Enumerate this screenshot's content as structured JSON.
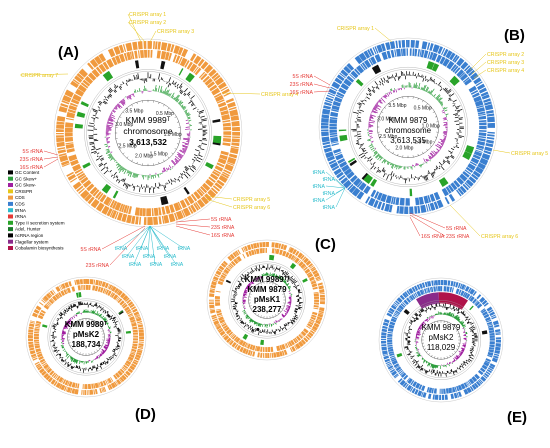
{
  "colors": {
    "gc_content": "#000000",
    "gc_skew_pos": "#2e9e3e",
    "gc_skew_neg": "#a020a0",
    "crispr": "#e6c619",
    "cds_forward": "#f09a3e",
    "cds_reverse": "#3a7fd0",
    "trna": "#2bbccc",
    "rrna": "#e53935",
    "t4ss": "#29a329",
    "tad": "#1a7a2a",
    "ncrna": "#000000",
    "flagellar": "#8a2a8a",
    "cobalamin": "#b0134a"
  },
  "legend": [
    {
      "label": "GC Content",
      "color": "#000000"
    },
    {
      "label": "GC Skew+",
      "color": "#2e9e3e"
    },
    {
      "label": "GC Skew-",
      "color": "#a020a0"
    },
    {
      "label": "CRISPR",
      "color": "#e6c619"
    },
    {
      "label": "CDS",
      "color": "#f09a3e"
    },
    {
      "label": "CDS",
      "color": "#3a7fd0"
    },
    {
      "label": "tRNA",
      "color": "#2bbccc"
    },
    {
      "label": "rRNA",
      "color": "#e53935"
    },
    {
      "label": "Type II secretion system",
      "color": "#29a329"
    },
    {
      "label": "Adel, Hunter",
      "color": "#1a7a2a"
    },
    {
      "label": "ncRNA region",
      "color": "#000000"
    },
    {
      "label": "Flagellar system",
      "color": "#8a2a8a"
    },
    {
      "label": "Cobalamin biosynthesis",
      "color": "#b0134a"
    }
  ],
  "panels": [
    {
      "letter": "(A)",
      "lines": [
        "KMM 9989ᵀ",
        "chromosome",
        "3,613,532"
      ],
      "size_ticks": [
        "0.5 Mbp",
        "1.0 Mbp",
        "1.5 Mbp",
        "2.0 Mbp",
        "2.5 Mbp",
        "3.0 Mbp",
        "3.5 Mbp",
        "1.0 Mbp"
      ],
      "crispr_labels": [
        "CRISPR array 1",
        "CRISPR array 2",
        "CRISPR array 3",
        "CRISPR array 4",
        "CRISPR array 5",
        "CRISPR array 6",
        "CRISPR array 7"
      ],
      "rrna_labels": [
        "5S rRNA",
        "23S rRNA",
        "16S rRNA",
        "5S rRNA",
        "23S rRNA",
        "16S rRNA",
        "5S rRNA",
        "23S rRNA"
      ],
      "trna_labels": [
        "tRNA",
        "tRNA",
        "tRNA",
        "tRNA",
        "tRNA",
        "tRNA",
        "tRNA",
        "tRNA",
        "tRNA",
        "tRNA"
      ]
    },
    {
      "letter": "(B)",
      "lines": [
        "KMM 9879",
        "chromosome",
        "3,613,535"
      ],
      "size_ticks": [
        "0.5 Mbp",
        "1.0 Mbp",
        "1.5 Mbp",
        "2.0 Mbp",
        "2.5 Mbp",
        "3.0 Mbp",
        "3.5 Mbp"
      ],
      "crispr_labels": [
        "CRISPR array 1",
        "CRISPR array 2",
        "CRISPR array 3",
        "CRISPR array 4",
        "CRISPR array 5",
        "CRISPR array 6"
      ],
      "rrna_labels": [
        "5S rRNA",
        "23S rRNA",
        "16S rRNA",
        "5S rRNA",
        "23S rRNA",
        "16S rRNA"
      ],
      "trna_labels": [
        "tRNA",
        "tRNA",
        "tRNA",
        "tRNA",
        "tRNA",
        "tRNA"
      ]
    },
    {
      "letter": "(C)",
      "lines": [
        "KMM 9989ᵀ/",
        "KMM 9879",
        "pMsK1",
        "238,277"
      ]
    },
    {
      "letter": "(D)",
      "lines": [
        "KMM 9989ᵀ",
        "pMsK2",
        "188,734"
      ]
    },
    {
      "letter": "(E)",
      "lines": [
        "KMM 9879",
        "pMsK2",
        "118,029"
      ]
    }
  ]
}
